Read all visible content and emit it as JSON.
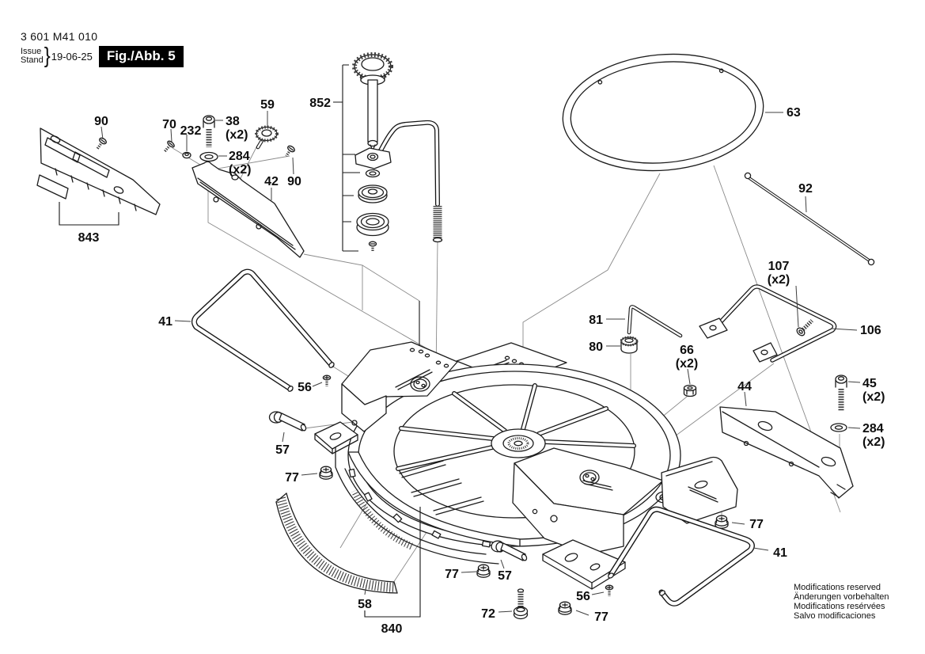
{
  "header": {
    "part_number": "3 601 M41 010",
    "issue_label": "Issue",
    "stand_label": "Stand",
    "brace": "}",
    "date": "19-06-25",
    "figure_label": "Fig./Abb. 5"
  },
  "notes": {
    "line1": "Modifications reserved",
    "line2": "Änderungen vorbehalten",
    "line3": "Modifications resérvées",
    "line4": "Salvo modificaciones"
  },
  "labels": [
    {
      "text": "90"
    },
    {
      "text": "843"
    },
    {
      "text": "70"
    },
    {
      "text": "232"
    },
    {
      "text": "38",
      "qty": "(x2)"
    },
    {
      "text": "284",
      "qty": "(x2)"
    },
    {
      "text": "59"
    },
    {
      "text": "42"
    },
    {
      "text": "90"
    },
    {
      "text": "852"
    },
    {
      "text": "63"
    },
    {
      "text": "92"
    },
    {
      "text": "107",
      "qty": "(x2)"
    },
    {
      "text": "106"
    },
    {
      "text": "81"
    },
    {
      "text": "80"
    },
    {
      "text": "66",
      "qty": "(x2)"
    },
    {
      "text": "44"
    },
    {
      "text": "45",
      "qty": "(x2)"
    },
    {
      "text": "284",
      "qty": "(x2)"
    },
    {
      "text": "41"
    },
    {
      "text": "56"
    },
    {
      "text": "57"
    },
    {
      "text": "77"
    },
    {
      "text": "58"
    },
    {
      "text": "840"
    },
    {
      "text": "77"
    },
    {
      "text": "57"
    },
    {
      "text": "72"
    },
    {
      "text": "56"
    },
    {
      "text": "77"
    },
    {
      "text": "77"
    },
    {
      "text": "41"
    }
  ]
}
